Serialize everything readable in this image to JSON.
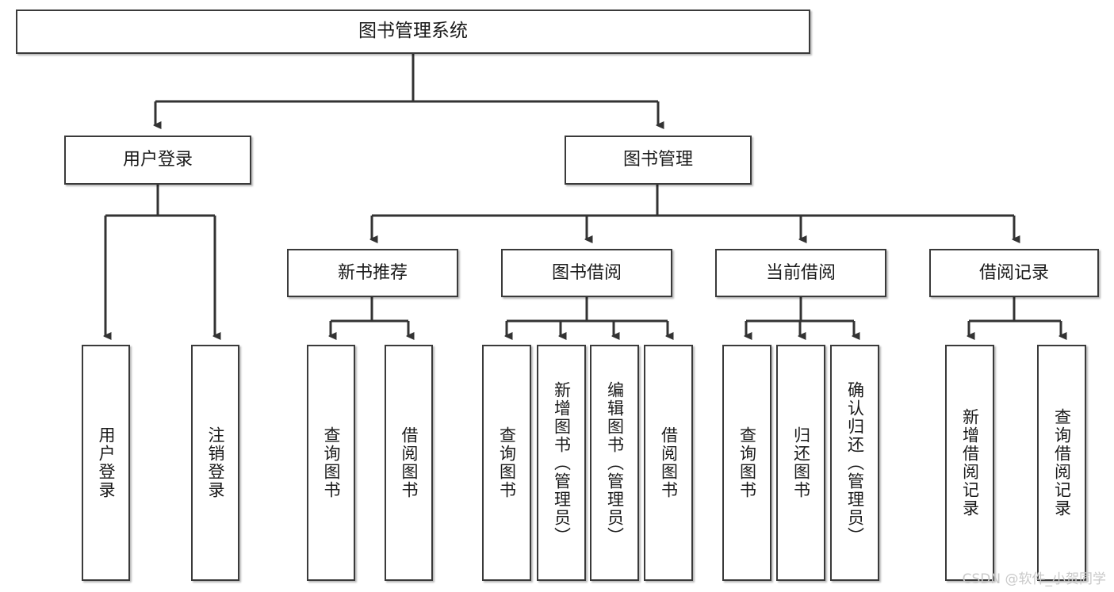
{
  "diagram": {
    "title": "图书管理系统",
    "type": "tree-hierarchy",
    "colors": {
      "box_border": "#3a3a3a",
      "box_fill": "#ffffff",
      "connector": "#333333",
      "text": "#1a1a1a",
      "watermark": "#c9c9c9"
    },
    "root": {
      "label": "图书管理系统"
    },
    "level2": [
      {
        "label": "用户登录"
      },
      {
        "label": "图书管理"
      }
    ],
    "level3": [
      {
        "label": "新书推荐"
      },
      {
        "label": "图书借阅"
      },
      {
        "label": "当前借阅"
      },
      {
        "label": "借阅记录"
      }
    ],
    "leaves": {
      "user_login": [
        {
          "label": "用户登录"
        },
        {
          "label": "注销登录"
        }
      ],
      "new_book_recommend": [
        {
          "label": "查询图书"
        },
        {
          "label": "借阅图书"
        }
      ],
      "book_borrow": [
        {
          "label": "查询图书"
        },
        {
          "label": "新增图书（管理员）"
        },
        {
          "label": "编辑图书（管理员）"
        },
        {
          "label": "借阅图书"
        }
      ],
      "current_borrow": [
        {
          "label": "查询图书"
        },
        {
          "label": "归还图书"
        },
        {
          "label": "确认归还（管理员）"
        }
      ],
      "borrow_records": [
        {
          "label": "新增借阅记录"
        },
        {
          "label": "查询借阅记录"
        }
      ]
    }
  },
  "watermark": {
    "text": "CSDN @软件_小贺同学"
  }
}
